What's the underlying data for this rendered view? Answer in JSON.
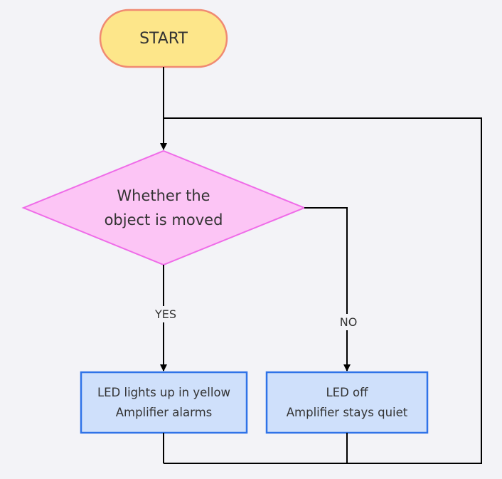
{
  "flowchart": {
    "start": {
      "label": "START",
      "fill": "#fde68a",
      "stroke": "#f08a72"
    },
    "decision": {
      "lines": [
        "Whether the",
        "object is moved"
      ],
      "fill": "#fcc5f5",
      "stroke": "#ef6be8"
    },
    "edges": {
      "yes_label": "YES",
      "no_label": "NO",
      "stroke": "#000000"
    },
    "process_yes": {
      "lines": [
        "LED lights up in yellow",
        "Amplifier alarms"
      ],
      "fill": "#cfe0fb",
      "stroke": "#2f73e8"
    },
    "process_no": {
      "lines": [
        "LED off",
        "Amplifier stays quiet"
      ],
      "fill": "#cfe0fb",
      "stroke": "#2f73e8"
    }
  }
}
